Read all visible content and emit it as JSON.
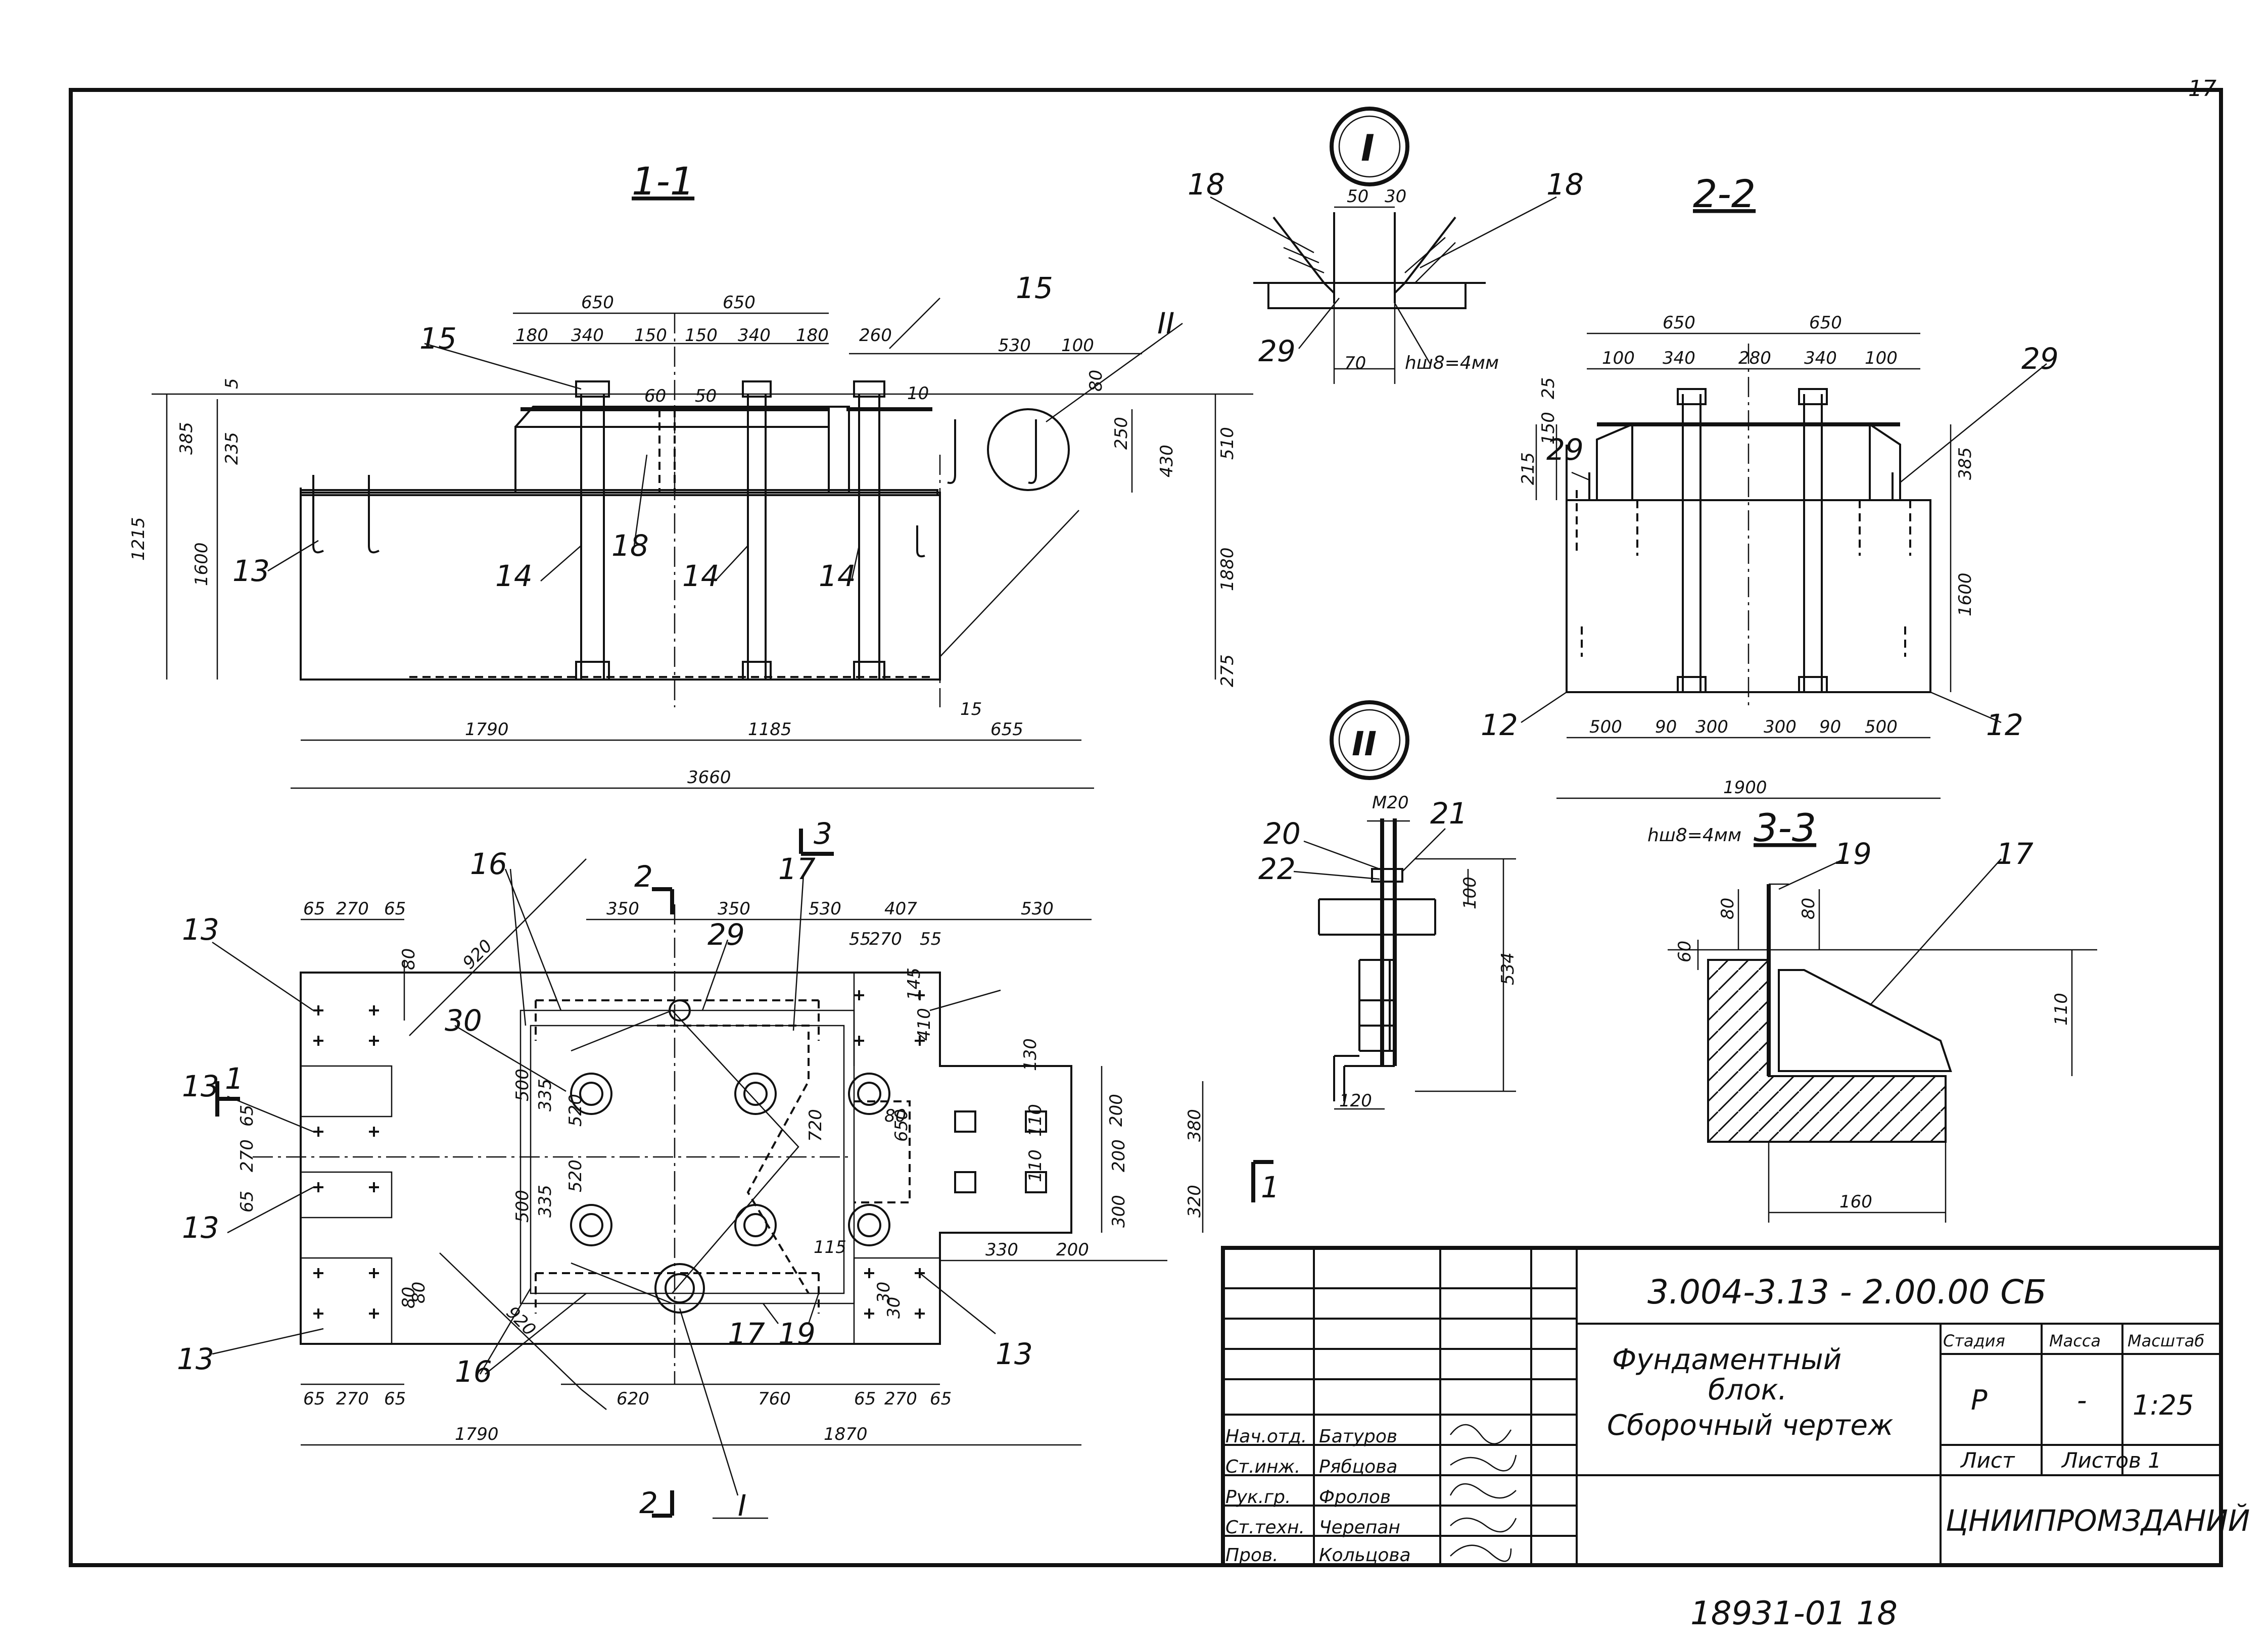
{
  "sheet": {
    "sheet_number": "17",
    "footer_code": "18931-01  18",
    "colors": {
      "ink": "#111111",
      "paper": "#ffffff"
    }
  },
  "views": {
    "section_1_1": {
      "title": "1-1",
      "top_dims": [
        "650",
        "650",
        "180",
        "340",
        "150",
        "150",
        "340",
        "180",
        "260",
        "530",
        "100"
      ],
      "left_dims": [
        "1215",
        "1600",
        "385",
        "235",
        "5"
      ],
      "right_dims": [
        "510",
        "430",
        "250",
        "80",
        "1880",
        "275",
        "15"
      ],
      "bottom_dims": [
        "1790",
        "1185",
        "655",
        "3660"
      ],
      "positions": [
        "15",
        "15",
        "II",
        "13",
        "14",
        "14",
        "14",
        "18"
      ],
      "small_dims": [
        "60",
        "50",
        "10"
      ]
    },
    "node_I": {
      "title": "I",
      "dims": [
        "50",
        "30",
        "70"
      ],
      "positions": [
        "18",
        "18",
        "29"
      ],
      "weld_note": "hш8=4мм"
    },
    "section_2_2": {
      "title": "2-2",
      "top_dims": [
        "650",
        "650",
        "100",
        "340",
        "280",
        "340",
        "100"
      ],
      "left_dims": [
        "215",
        "150",
        "25"
      ],
      "right_dims": [
        "385",
        "1600"
      ],
      "bottom_dims": [
        "500",
        "90",
        "300",
        "300",
        "90",
        "500",
        "1900"
      ],
      "positions": [
        "29",
        "29",
        "12",
        "12"
      ]
    },
    "node_II": {
      "title": "II",
      "dims": [
        "M20",
        "100",
        "534",
        "120"
      ],
      "positions": [
        "20",
        "21",
        "22"
      ]
    },
    "section_3_3": {
      "title": "3-3",
      "weld_note": "hш8=4мм",
      "dims": [
        "60",
        "80",
        "110",
        "80",
        "160"
      ],
      "positions": [
        "19",
        "17"
      ]
    },
    "plan": {
      "section_marks": [
        "2",
        "2",
        "3",
        "1",
        "1"
      ],
      "top_dims": [
        "65",
        "270",
        "65",
        "350",
        "350",
        "530",
        "407",
        "530",
        "55",
        "270",
        "55"
      ],
      "left_dims": [
        "65",
        "270",
        "65",
        "80"
      ],
      "inner_dims": [
        "500",
        "335",
        "500",
        "335",
        "520",
        "520",
        "720",
        "650",
        "115",
        "145",
        "410",
        "200",
        "130",
        "80",
        "30",
        "80"
      ],
      "right_dims": [
        "200",
        "110",
        "110",
        "300",
        "380",
        "320",
        "80",
        "30",
        "330",
        "200"
      ],
      "bottom_dims": [
        "65",
        "270",
        "65",
        "620",
        "760",
        "65",
        "270",
        "65",
        "1790",
        "1870"
      ],
      "diag_dims": [
        "920",
        "920"
      ],
      "positions": [
        "13",
        "13",
        "13",
        "13",
        "13",
        "16",
        "16",
        "17",
        "17",
        "19",
        "29",
        "30",
        "I"
      ]
    }
  },
  "title_block": {
    "doc_code": "3.004-3.13 - 2.00.00 СБ",
    "name_line1": "Фундаментный",
    "name_line2": "блок.",
    "name_line3": "Сборочный чертеж",
    "roles": [
      "Нач.отд.",
      "Ст.инж.",
      "Рук.гр.",
      "Ст.техн.",
      "Пров."
    ],
    "persons": [
      "Батуров",
      "Рябцова",
      "Фролов",
      "Черепан",
      "Кольцова"
    ],
    "header_stage": "Стадия",
    "header_mass": "Масса",
    "header_scale": "Масштаб",
    "stage": "Р",
    "mass": "-",
    "scale": "1:25",
    "sheet_label": "Лист",
    "sheets_label": "Листов 1",
    "organization": "ЦНИИПРОМЗДАНИЙ"
  }
}
